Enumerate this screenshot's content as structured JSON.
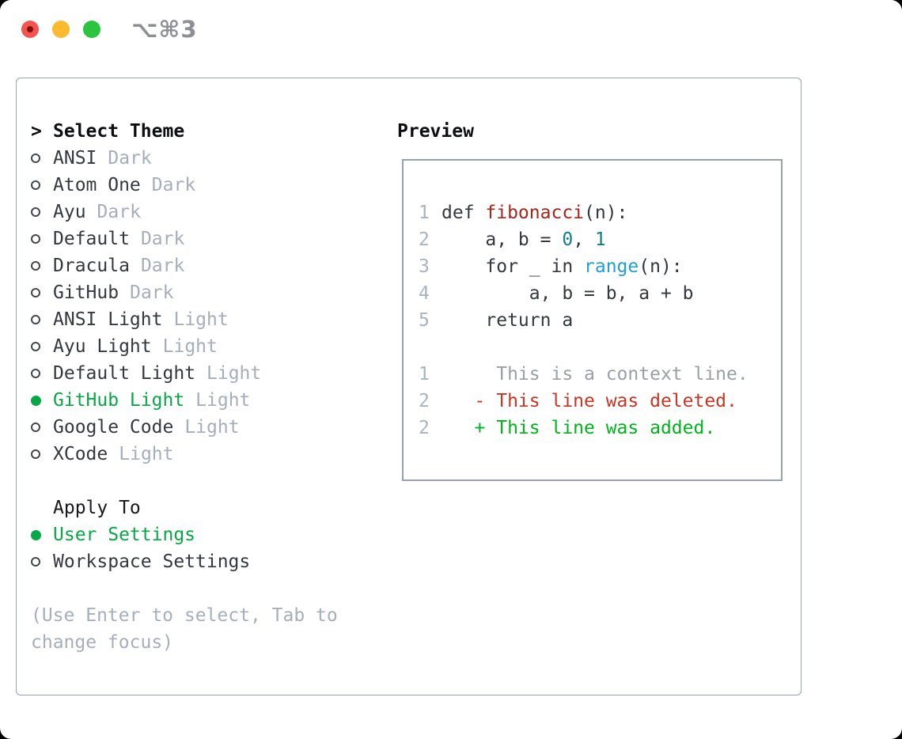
{
  "window": {
    "title": "⌥⌘3",
    "traffic_lights": [
      "close",
      "minimize",
      "zoom"
    ]
  },
  "select_theme": {
    "prompt": ">",
    "title": "Select Theme",
    "themes": [
      {
        "name": "ANSI",
        "tag": "Dark",
        "selected": false
      },
      {
        "name": "Atom One",
        "tag": "Dark",
        "selected": false
      },
      {
        "name": "Ayu",
        "tag": "Dark",
        "selected": false
      },
      {
        "name": "Default",
        "tag": "Dark",
        "selected": false
      },
      {
        "name": "Dracula",
        "tag": "Dark",
        "selected": false
      },
      {
        "name": "GitHub",
        "tag": "Dark",
        "selected": false
      },
      {
        "name": "ANSI Light",
        "tag": "Light",
        "selected": false
      },
      {
        "name": "Ayu Light",
        "tag": "Light",
        "selected": false
      },
      {
        "name": "Default Light",
        "tag": "Light",
        "selected": false
      },
      {
        "name": "GitHub Light",
        "tag": "Light",
        "selected": true
      },
      {
        "name": "Google Code",
        "tag": "Light",
        "selected": false
      },
      {
        "name": "XCode",
        "tag": "Light",
        "selected": false
      }
    ]
  },
  "apply_to": {
    "title": "Apply To",
    "options": [
      {
        "name": "User Settings",
        "selected": true
      },
      {
        "name": "Workspace Settings",
        "selected": false
      }
    ]
  },
  "hint": {
    "line1": "(Use Enter to select, Tab to",
    "line2": "change focus)"
  },
  "preview": {
    "title": "Preview",
    "code": [
      {
        "num": "1",
        "tokens": [
          "def ",
          "fibonacci",
          "(n):"
        ]
      },
      {
        "num": "2",
        "tokens": [
          "    a, b = ",
          "0",
          ", ",
          "1"
        ]
      },
      {
        "num": "3",
        "tokens": [
          "    for _ in ",
          "range",
          "(n):"
        ]
      },
      {
        "num": "4",
        "tokens": [
          "        a, b = b, a + b"
        ]
      },
      {
        "num": "5",
        "tokens": [
          "    return a"
        ]
      }
    ],
    "diff": [
      {
        "num": "1",
        "text": "     This is a context line."
      },
      {
        "num": "2",
        "text": "   - This line was deleted."
      },
      {
        "num": "2",
        "text": "   + This line was added."
      }
    ]
  },
  "colors": {
    "accent_green": "#07a845",
    "function_red": "#a8251d",
    "number_teal": "#12808b",
    "builtin_blue": "#219fd6",
    "deleted_red": "#c93522",
    "added_green": "#00b41b",
    "context_gray": "#9aa0a6",
    "tag_gray": "#a6aebb",
    "hint_gray": "#a7afbc",
    "border_gray": "#9aa2ae",
    "traffic_red": "#f4544d",
    "traffic_yellow": "#fcbb2f",
    "traffic_green": "#29c53e"
  }
}
